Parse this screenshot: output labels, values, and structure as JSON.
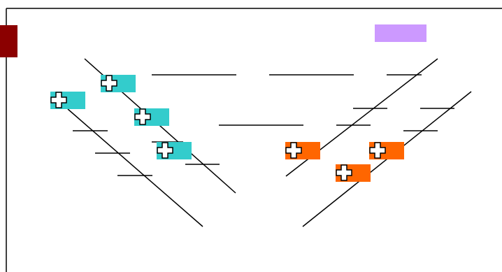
{
  "colors": {
    "frame": "#000000",
    "tab_left": "#8b0000",
    "block_top_right": "#cc99ff",
    "teal_tag": "#33cccc",
    "orange_tag": "#ff6600",
    "line": "#000000",
    "cross_fill": "#ffffff"
  },
  "icons": {
    "expand": "plus-icon"
  },
  "groups": {
    "left": {
      "tag_color_key": "teal_tag",
      "tag_count": 4
    },
    "right": {
      "tag_color_key": "orange_tag",
      "tag_count": 3
    }
  }
}
